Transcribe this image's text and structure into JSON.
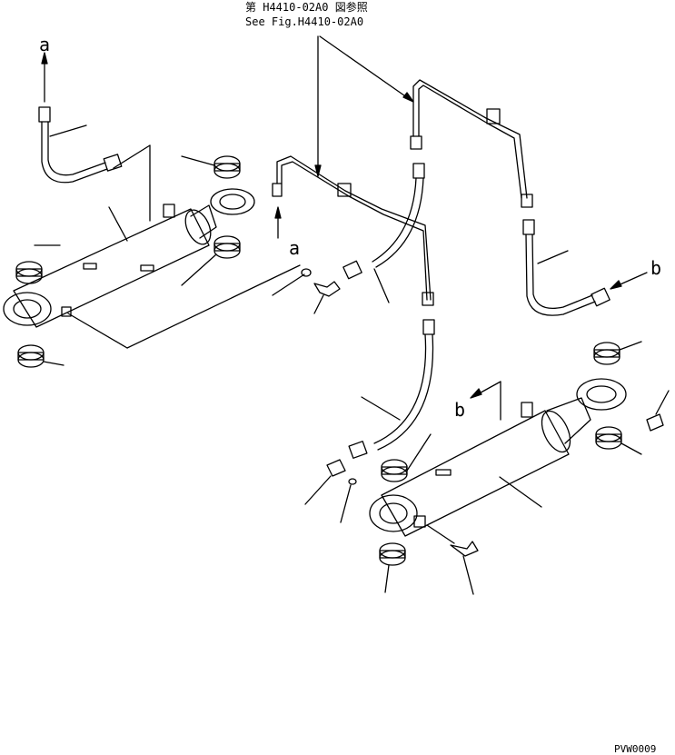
{
  "header": {
    "ref_line_jp": "第 H4410-02A0 図参照",
    "ref_line_en": "See Fig.H4410-02A0"
  },
  "markers": {
    "a_left": "a",
    "a_mid": "a",
    "b_right": "b",
    "b_lower": "b"
  },
  "footer": {
    "drawing_code": "PVW0009"
  },
  "colors": {
    "ink": "#000000",
    "paper": "#ffffff"
  }
}
